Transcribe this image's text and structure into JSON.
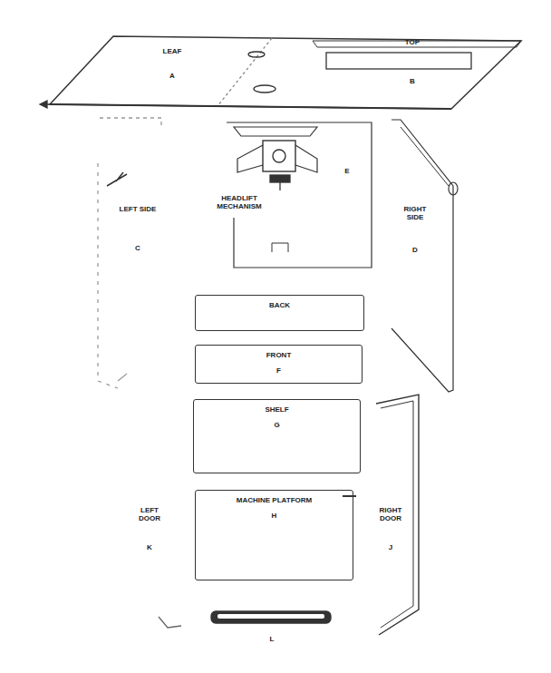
{
  "diagram": {
    "nodes": [
      {
        "text": [
          "LEAF",
          "A"
        ]
      },
      {
        "text": [
          "TOP",
          "B"
        ]
      },
      {
        "text": [
          "LEFT SIDE",
          "C"
        ]
      },
      {
        "text": [
          "RIGHT SIDE",
          "D"
        ]
      },
      {
        "text": [
          "BACK"
        ]
      },
      {
        "text": [
          "FRONT",
          "F"
        ]
      },
      {
        "text": [
          "SHELF",
          "G"
        ]
      },
      {
        "text": [
          "MACHINE PLATFORM",
          "H"
        ]
      },
      {
        "text": [
          "LEFT DOOR",
          "K"
        ]
      },
      {
        "text": [
          "RIGHT DOOR",
          "J"
        ]
      }
    ],
    "labels": [
      "HEADLIFT MECHANISM",
      "E",
      "L"
    ]
  }
}
